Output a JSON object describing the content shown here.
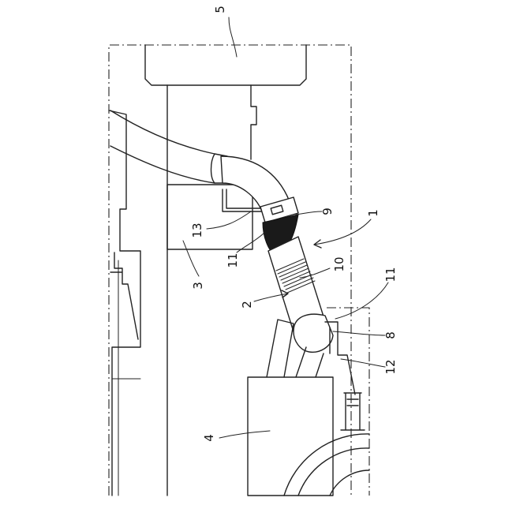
{
  "labels": {
    "l1": "1",
    "l2": "2",
    "l3": "3",
    "l4": "4",
    "l5": "5",
    "l8": "8",
    "l9": "9",
    "l10": "10",
    "l11a": "11",
    "l11b": "11",
    "l12": "12",
    "l13": "13"
  }
}
